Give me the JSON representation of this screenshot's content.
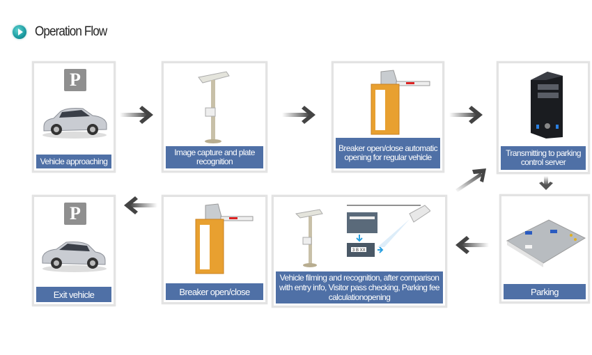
{
  "header": {
    "title": "Operation Flow",
    "icon": "play-circle-icon"
  },
  "steps": [
    {
      "id": 1,
      "label": "Vehicle approaching",
      "image": "car-with-parking-sign"
    },
    {
      "id": 2,
      "label": "Image capture and plate recognition",
      "image": "pole-camera"
    },
    {
      "id": 3,
      "label": "Breaker open/close automatic opening for regular vehicle",
      "image": "barrier-gate"
    },
    {
      "id": 4,
      "label": "Transmitting to parking control server",
      "image": "server-tower"
    },
    {
      "id": 5,
      "label": "Parking",
      "image": "parking-lot"
    },
    {
      "id": 6,
      "label": "Vehicle filming and recognition, after comparison with entry info, Visitor pass checking, Parking fee calculationopening",
      "image": "camera-plate-recognition"
    },
    {
      "id": 7,
      "label": "Breaker open/close",
      "image": "barrier-gate"
    },
    {
      "id": 8,
      "label": "Exit vehicle",
      "image": "car-with-parking-sign"
    }
  ],
  "parking_sign": "P",
  "plate_text": "3 B XX",
  "colors": {
    "label_bg": "#4f70a6",
    "card_border": "#e3e3e3",
    "arrow": "#555555",
    "gate": "#e8a030"
  }
}
